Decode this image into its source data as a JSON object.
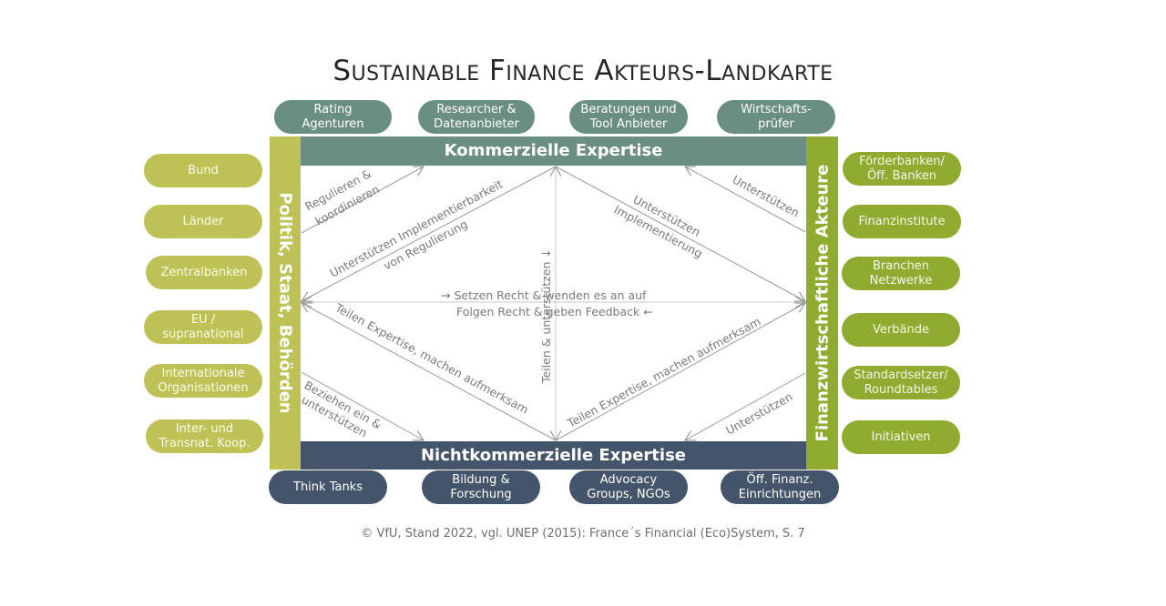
{
  "title": "Sustainable Finance Akteurs-Landkarte",
  "colors": {
    "commercial": "#6b8e84",
    "noncommercial": "#44546a",
    "politics": "#bdc156",
    "finance": "#8fab30",
    "arrow": "#9a9a9a"
  },
  "top_bar": {
    "label": "Kommerzielle Expertise"
  },
  "bottom_bar": {
    "label": "Nichtkommerzielle Expertise"
  },
  "left_bar": {
    "label": "Politik, Staat, Behörden"
  },
  "right_bar": {
    "label": "Finanzwirtschaftliche Akteure"
  },
  "top_actors": [
    {
      "label": "Rating\nAgenturen"
    },
    {
      "label": "Researcher &\nDatenanbieter"
    },
    {
      "label": "Beratungen und\nTool Anbieter"
    },
    {
      "label": "Wirtschafts-\nprüfer"
    }
  ],
  "bottom_actors": [
    {
      "label": "Think Tanks"
    },
    {
      "label": "Bildung &\nForschung"
    },
    {
      "label": "Advocacy\nGroups, NGOs"
    },
    {
      "label": "Öff. Finanz.\nEinrichtungen"
    }
  ],
  "left_actors": [
    {
      "label": "Bund"
    },
    {
      "label": "Länder"
    },
    {
      "label": "Zentralbanken"
    },
    {
      "label": "EU /\nsupranational"
    },
    {
      "label": "Internationale\nOrganisationen"
    },
    {
      "label": "Inter- und\nTransnat. Koop."
    }
  ],
  "right_actors": [
    {
      "label": "Förderbanken/\nÖff. Banken"
    },
    {
      "label": "Finanzinstitute"
    },
    {
      "label": "Branchen\nNetzwerke"
    },
    {
      "label": "Verbände"
    },
    {
      "label": "Standardsetzer/\nRoundtables"
    },
    {
      "label": "Initiativen"
    }
  ],
  "relations": {
    "regulate_1": "Regulieren &",
    "regulate_2": "koordinieren",
    "support_impl_reg_1": "Unterstützen Implementierbarkeit",
    "support_impl_reg_2": "von Regulierung",
    "support_impl_1": "Unterstützen",
    "support_impl_2": "Implementierung",
    "support_top_right": "Unterstützen",
    "law_set": "→ Setzen Recht & wenden es an auf",
    "law_follow": "Folgen Recht & geben Feedback ←",
    "vertical": "Teilen & unterstützen ↓",
    "share_left": "Teilen Expertise, machen aufmerksam",
    "share_right": "Teilen Expertise, machen aufmerksam",
    "involve_1": "Beziehen ein &",
    "involve_2": "unterstützen",
    "support_bottom_right": "Unterstützen"
  },
  "footer": "© VfU, Stand 2022, vgl. UNEP (2015): France´s Financial (Eco)System, S. 7"
}
